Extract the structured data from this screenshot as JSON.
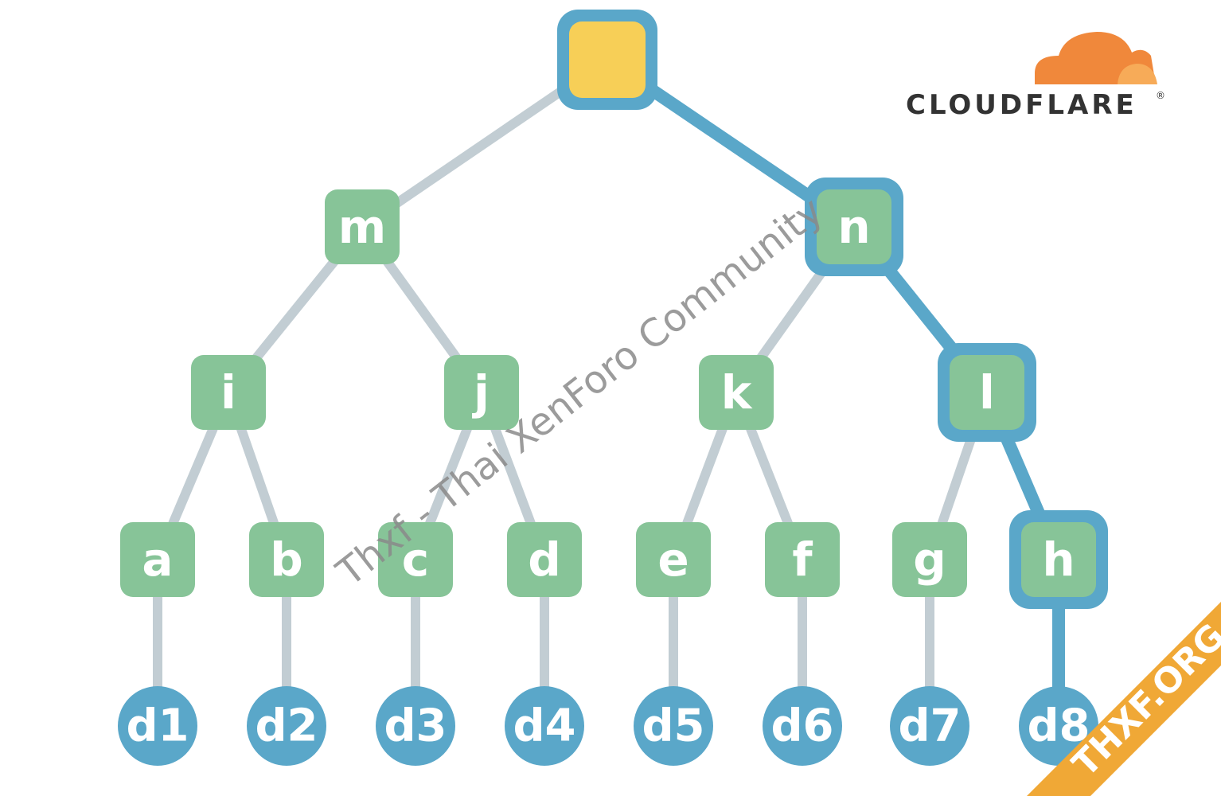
{
  "colors": {
    "edge": "#c2cdd3",
    "path": "#5aa7c9",
    "node_fill": "#87c498",
    "root_fill": "#f7cf57",
    "leaf_fill": "#5aa7c9",
    "cloud_orange": "#f0883b",
    "cloud_light": "#f7ab58",
    "banner_bg": "#f0a836"
  },
  "tree": {
    "root": "",
    "level1": [
      "m",
      "n"
    ],
    "level2": [
      "i",
      "j",
      "k",
      "l"
    ],
    "level3": [
      "a",
      "b",
      "c",
      "d",
      "e",
      "f",
      "g",
      "h"
    ],
    "leaves": [
      "d1",
      "d2",
      "d3",
      "d4",
      "d5",
      "d6",
      "d7",
      "d8"
    ],
    "highlighted_path": [
      "",
      "n",
      "l",
      "h",
      "d8"
    ]
  },
  "brand": {
    "name": "CLOUDFLARE",
    "mark": "®"
  },
  "watermark": {
    "text": "Thxf - Thai XenForo Community"
  },
  "banner": {
    "text": "THXF.ORG"
  }
}
